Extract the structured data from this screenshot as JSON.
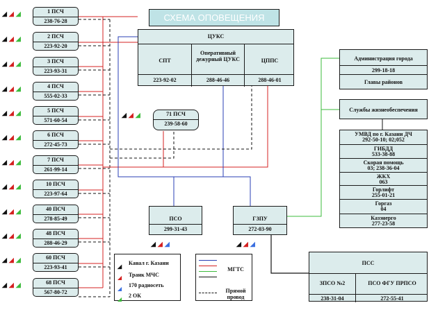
{
  "title": "СХЕМА ОПОВЕЩЕНИЯ",
  "tsuks": {
    "name": "ЦУКС",
    "cols": [
      {
        "name": "СПТ",
        "phone": "223-92-02"
      },
      {
        "name": "Оперативный дежурный ЦУКС",
        "phone": "288-46-46"
      },
      {
        "name": "ЦППС",
        "phone": "288-46-01"
      }
    ]
  },
  "psch_list": [
    {
      "name": "1 ПСЧ",
      "phone": "238-76-28"
    },
    {
      "name": "2 ПСЧ",
      "phone": "223-92-20"
    },
    {
      "name": "3 ПСЧ",
      "phone": "223-93-31"
    },
    {
      "name": "4 ПСЧ",
      "phone": "555-02-33"
    },
    {
      "name": "5 ПСЧ",
      "phone": "571-60-54"
    },
    {
      "name": "6 ПСЧ",
      "phone": "272-45-73"
    },
    {
      "name": "7 ПСЧ",
      "phone": "261-99-14"
    },
    {
      "name": "10 ПСЧ",
      "phone": "223-97-64"
    },
    {
      "name": "40 ПСЧ",
      "phone": "278-85-49"
    },
    {
      "name": "48 ПСЧ",
      "phone": "288-46-29"
    },
    {
      "name": "60 ПСЧ",
      "phone": "223-93-41"
    },
    {
      "name": "68 ПСЧ",
      "phone": "567-80-72"
    }
  ],
  "psch71": {
    "name": "71 ПСЧ",
    "phone": "239-58-60"
  },
  "pso": {
    "name": "ПСО",
    "phone": "299-31-43"
  },
  "gzpu": {
    "name": "ГЗПУ",
    "phone": "272-03-90"
  },
  "admin": {
    "name": "Администрация города",
    "phone": "299-18-18",
    "heads": "Главы районов"
  },
  "services": {
    "name": "Службы жизнеобеспечения"
  },
  "service_list": [
    {
      "name": "УМВД по г. Казани ДЧ",
      "phone": "292-50-10; 02;052"
    },
    {
      "name": "ГИБДД",
      "phone": "533-38-88"
    },
    {
      "name": "Скорая помощь",
      "phone": "03; 238-36-04"
    },
    {
      "name": "ЖКХ",
      "phone": "063"
    },
    {
      "name": "Горлифт",
      "phone": "255-01-21"
    },
    {
      "name": "Горгаз",
      "phone": "04"
    },
    {
      "name": "Казэнерго",
      "phone": "277-23-58"
    }
  ],
  "pss": {
    "name": "ПСС",
    "cols": [
      {
        "name": "ЗПСО №2",
        "phone": "238-31-04"
      },
      {
        "name": "ПСО ФГУ ПРПСО",
        "phone": "272-55-41"
      }
    ]
  },
  "legend1": [
    {
      "label": "Канал г. Казани"
    },
    {
      "label": "Транк МЧС"
    },
    {
      "label": "170 радиосеть"
    },
    {
      "label": "2 ОК"
    }
  ],
  "legend2": [
    {
      "label": "МГТС"
    },
    {
      "label": "Прямой провод"
    }
  ],
  "colors": {
    "mgts": "#2a3fb5",
    "trunk": "#d42020",
    "green": "#3bbb3b",
    "direct": "#111111",
    "box": "#dcecec",
    "radio_blue": "#3a6fe0"
  }
}
